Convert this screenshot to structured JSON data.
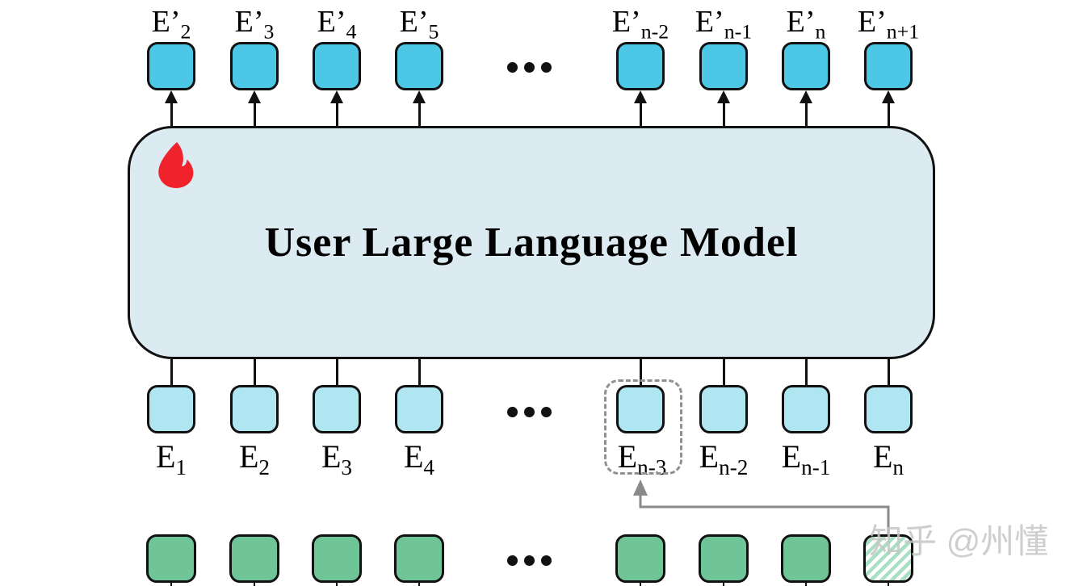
{
  "diagram": {
    "title": "User Large Language Model",
    "top_row": {
      "labels": [
        {
          "main": "E’",
          "sub": "2"
        },
        {
          "main": "E’",
          "sub": "3"
        },
        {
          "main": "E’",
          "sub": "4"
        },
        {
          "main": "E’",
          "sub": "5"
        },
        {
          "main": "E’",
          "sub": "n-2"
        },
        {
          "main": "E’",
          "sub": "n-1"
        },
        {
          "main": "E’",
          "sub": "n"
        },
        {
          "main": "E’",
          "sub": "n+1"
        }
      ]
    },
    "input_row": {
      "labels": [
        {
          "main": "E",
          "sub": "1"
        },
        {
          "main": "E",
          "sub": "2"
        },
        {
          "main": "E",
          "sub": "3"
        },
        {
          "main": "E",
          "sub": "4"
        },
        {
          "main": "E",
          "sub": "n-3"
        },
        {
          "main": "E",
          "sub": "n-2"
        },
        {
          "main": "E",
          "sub": "n-1"
        },
        {
          "main": "E",
          "sub": "n"
        }
      ]
    },
    "ellipsis": "...",
    "watermark": "知乎 @州懂",
    "icons": {
      "flame": "flame-icon"
    },
    "colors": {
      "output_box": "#4CC8E6",
      "input_box": "#B0E5F2",
      "model_fill": "#DCEAF2",
      "green_box": "#6FC597",
      "hatch_stripe": "#A9DFC4",
      "flame_red": "#F0222C",
      "arrow_gray": "#8A8A8A",
      "border_black": "#111111",
      "dashed_gray": "#909090",
      "watermark_gray": "#C6C6C6"
    }
  }
}
